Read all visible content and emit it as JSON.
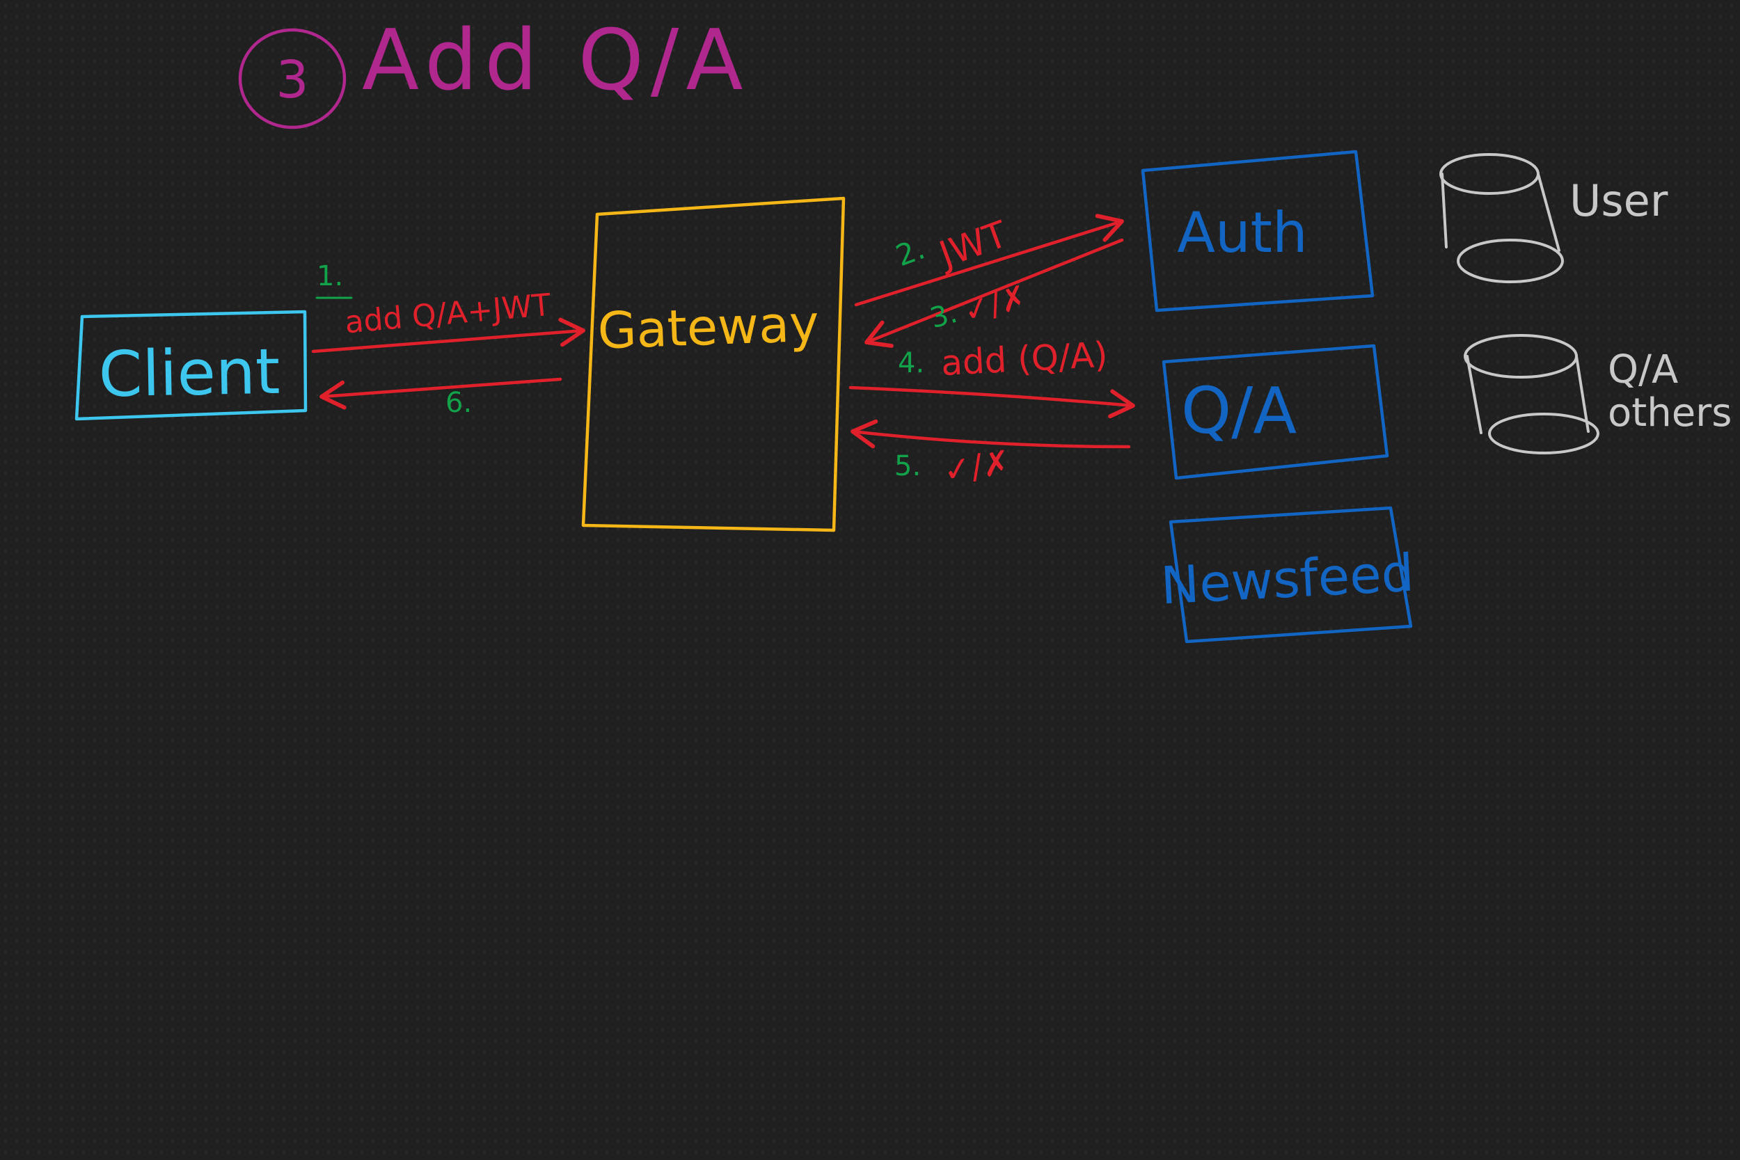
{
  "colors": {
    "background": "#202020",
    "title": "#b0278e",
    "client": "#3ec7ee",
    "gateway": "#f5b617",
    "service": "#1265c2",
    "arrow": "#e0202b",
    "step": "#12a34a",
    "database": "#c8c8c8"
  },
  "title": {
    "number": "3",
    "text": "Add Q/A"
  },
  "nodes": {
    "client": "Client",
    "gateway": "Gateway",
    "auth": "Auth",
    "qa": "Q/A",
    "newsfeed": "Newsfeed"
  },
  "databases": {
    "user": "User",
    "qa_line1": "Q/A",
    "qa_line2": "others"
  },
  "flows": [
    {
      "step": "1.",
      "label": "add Q/A+JWT"
    },
    {
      "step": "2.",
      "label": "JWT"
    },
    {
      "step": "3.",
      "label": "✓/✗"
    },
    {
      "step": "4.",
      "label": "add (Q/A)"
    },
    {
      "step": "5.",
      "label": "✓/✗"
    },
    {
      "step": "6.",
      "label": ""
    }
  ]
}
